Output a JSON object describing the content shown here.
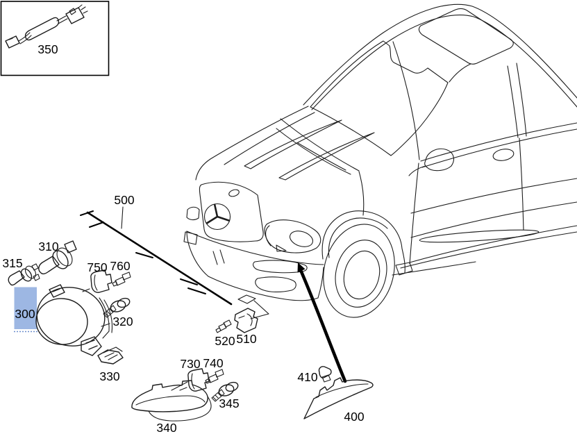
{
  "diagram_type": "exploded-parts-diagram",
  "selected_part": "300",
  "colors": {
    "line": "#1c1c1c",
    "label": "#000000",
    "highlight_fill": "#9db7e3",
    "highlight_text": "#1f3a8f",
    "background": "#ffffff"
  },
  "callouts": [
    {
      "number": "350"
    },
    {
      "number": "500"
    },
    {
      "number": "310"
    },
    {
      "number": "315"
    },
    {
      "number": "300",
      "selected": true
    },
    {
      "number": "750"
    },
    {
      "number": "760"
    },
    {
      "number": "320"
    },
    {
      "number": "520"
    },
    {
      "number": "510"
    },
    {
      "number": "330"
    },
    {
      "number": "730"
    },
    {
      "number": "740"
    },
    {
      "number": "345"
    },
    {
      "number": "340"
    },
    {
      "number": "410"
    },
    {
      "number": "400"
    }
  ]
}
